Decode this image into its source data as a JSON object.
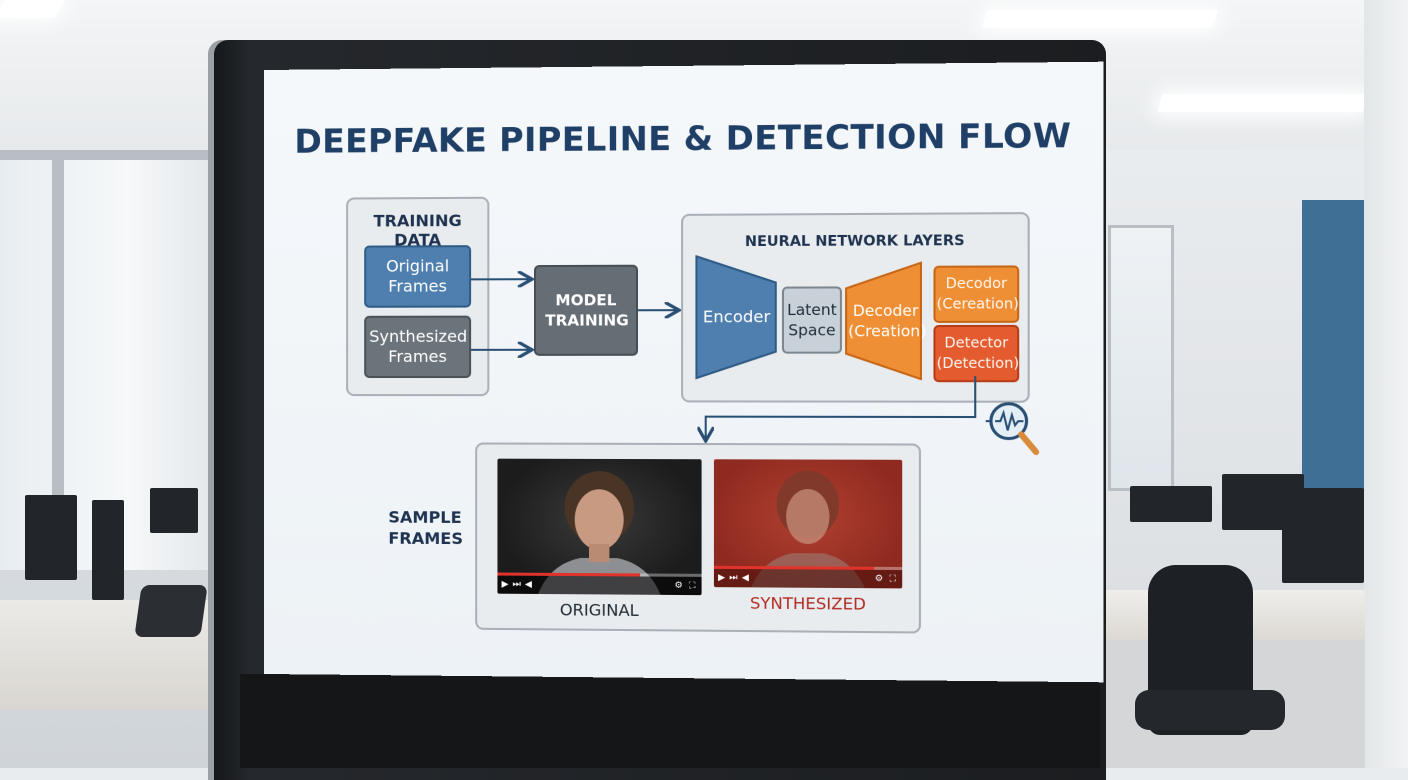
{
  "slide": {
    "title": "DEEPFAKE PIPELINE & DETECTION FLOW",
    "training_data": {
      "title": "TRAINING DATA",
      "items": [
        "Original Frames",
        "Synthesized Frames"
      ]
    },
    "model_training": "MODEL TRAINING",
    "neural_network": {
      "title": "NEURAL NETWORK LAYERS",
      "encoder": "Encoder",
      "latent_space": "Latent Space",
      "decoder_main": "Decoder (Creation)",
      "decoder_small": "Decodor (Cereation)",
      "detector": "Detector (Detection)"
    },
    "sample_frames": {
      "label": "SAMPLE FRAMES",
      "original_caption": "ORIGINAL",
      "synthesized_caption": "SYNTHESIZED"
    },
    "detection_icon": "magnifier-waveform-icon"
  },
  "video_controls": {
    "original_progress": 0.7,
    "synthesized_progress": 0.85
  },
  "colors": {
    "title": "#1f3f66",
    "blue_box": "#4f7fae",
    "gray_box": "#6b737b",
    "orange": "#ef8f35",
    "red": "#e35b2f",
    "synthesized_caption": "#b22a22"
  }
}
